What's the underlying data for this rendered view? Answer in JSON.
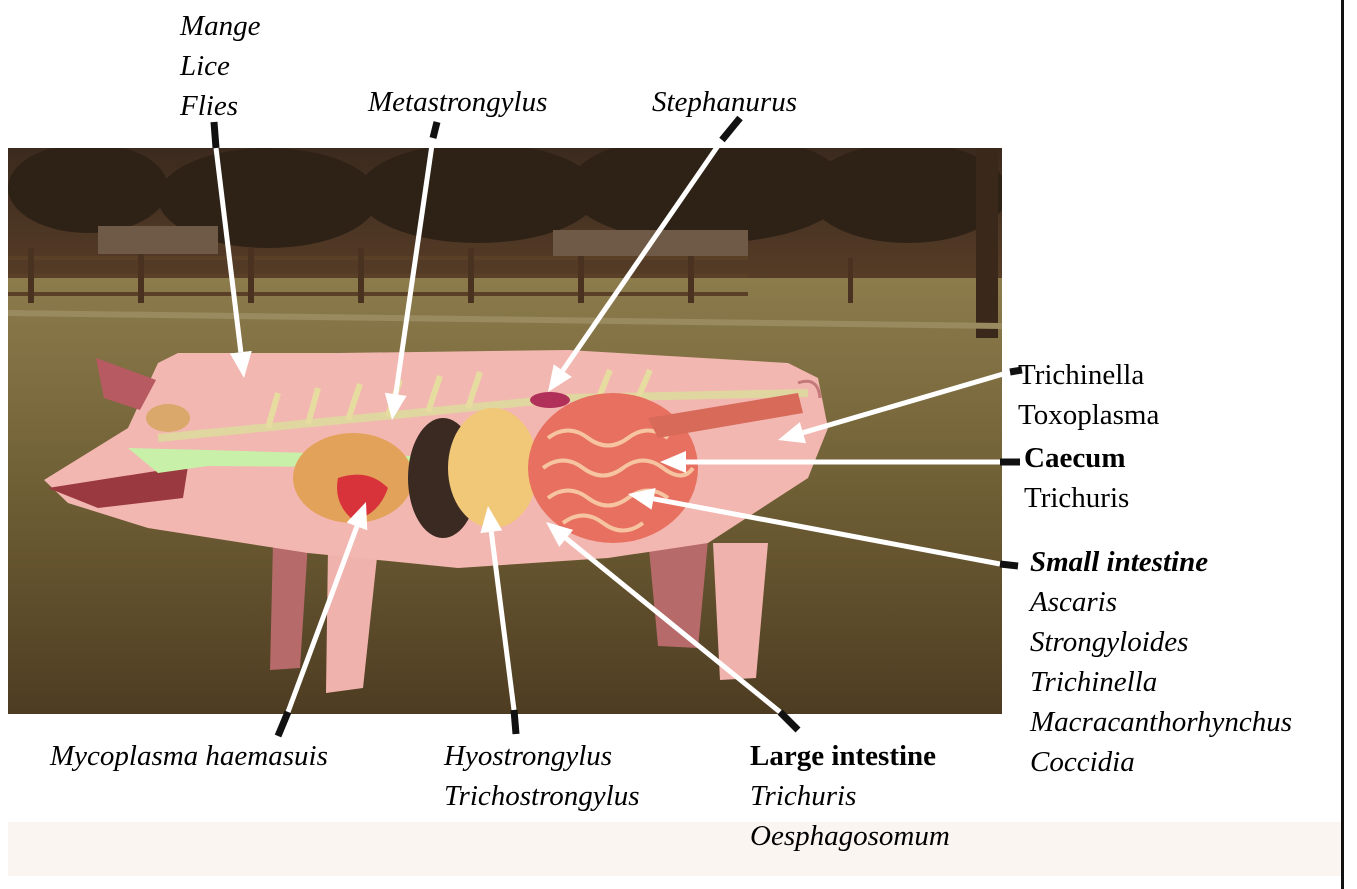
{
  "labels": {
    "ectoparasites": {
      "heading": "",
      "items": [
        "Mange",
        "Lice",
        "Flies"
      ]
    },
    "lungs": {
      "heading": "",
      "items": [
        "Metastrongylus"
      ]
    },
    "kidney": {
      "heading": "",
      "items": [
        "Stephanurus"
      ]
    },
    "muscle": {
      "heading": "",
      "items": [
        "Trichinella",
        "Toxoplasma"
      ]
    },
    "caecum": {
      "heading": "Caecum",
      "items": [
        "Trichuris"
      ]
    },
    "small_intestine": {
      "heading": "Small intestine",
      "items": [
        "Ascaris",
        "Strongyloides",
        "Trichinella",
        "Macracanthorhynchus",
        "Coccidia"
      ]
    },
    "blood": {
      "heading": "",
      "items": [
        "Mycoplasma haemasuis"
      ]
    },
    "stomach": {
      "heading": "",
      "items": [
        "Hyostrongylus",
        "Trichostrongylus"
      ]
    },
    "large_intestine": {
      "heading": "Large intestine",
      "items": [
        "Trichuris",
        "Oesphagosomum"
      ]
    }
  },
  "colors": {
    "pig_body": "#f3b7b1",
    "arrow": "#ffffff",
    "grass": "#7a6a3c",
    "trees": "#3a2a1c"
  }
}
